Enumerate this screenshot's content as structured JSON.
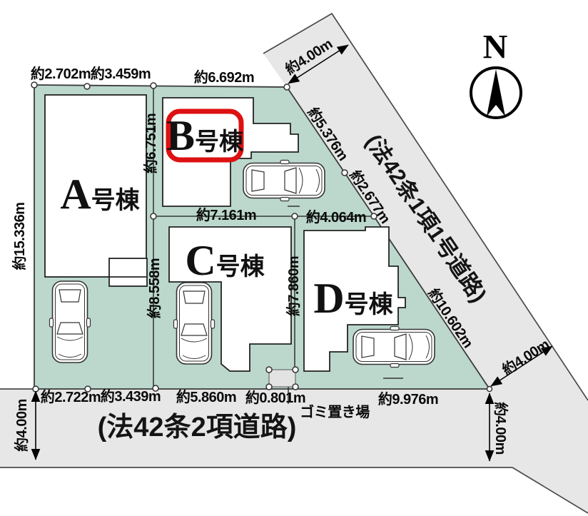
{
  "site_plan": {
    "compass": {
      "label": "N"
    },
    "roads": {
      "diagonal": "(法42条1項1号道路)",
      "bottom": "(法42条2項道路)"
    },
    "buildings": [
      {
        "id": "a",
        "letter": "A",
        "suffix": "号棟",
        "highlighted": false
      },
      {
        "id": "b",
        "letter": "B",
        "suffix": "号棟",
        "highlighted": true
      },
      {
        "id": "c",
        "letter": "C",
        "suffix": "号棟",
        "highlighted": false
      },
      {
        "id": "d",
        "letter": "D",
        "suffix": "号棟",
        "highlighted": false
      }
    ],
    "garbage": {
      "label": "ゴミ置き場"
    },
    "dimensions": {
      "top1": "約2.702m",
      "top2": "約3.459m",
      "top3": "約6.692m",
      "road1_width_upper": "約4.00m",
      "diag1": "約5.376m",
      "diag2": "約2.677m",
      "diag3": "約10.602m",
      "road1_width_lower": "約4.00m",
      "right_vertical": "約4.00m",
      "left_vertical": "約4.00m",
      "left_side": "約15.336m",
      "between_a_b": "約6.751m",
      "between_a_c": "約8.558m",
      "below_b": "約7.161m",
      "above_d": "約4.064m",
      "d_vertical": "約7.860m",
      "bottom1": "約2.722m",
      "bottom2": "約3.439m",
      "bottom3": "約5.860m",
      "bottom4": "約0.801m",
      "bottom5": "約9.976m"
    },
    "colors": {
      "lot_fill": "#bcd8cd",
      "road_fill": "#e7e7e7",
      "highlight_red": "#dd1111"
    }
  }
}
